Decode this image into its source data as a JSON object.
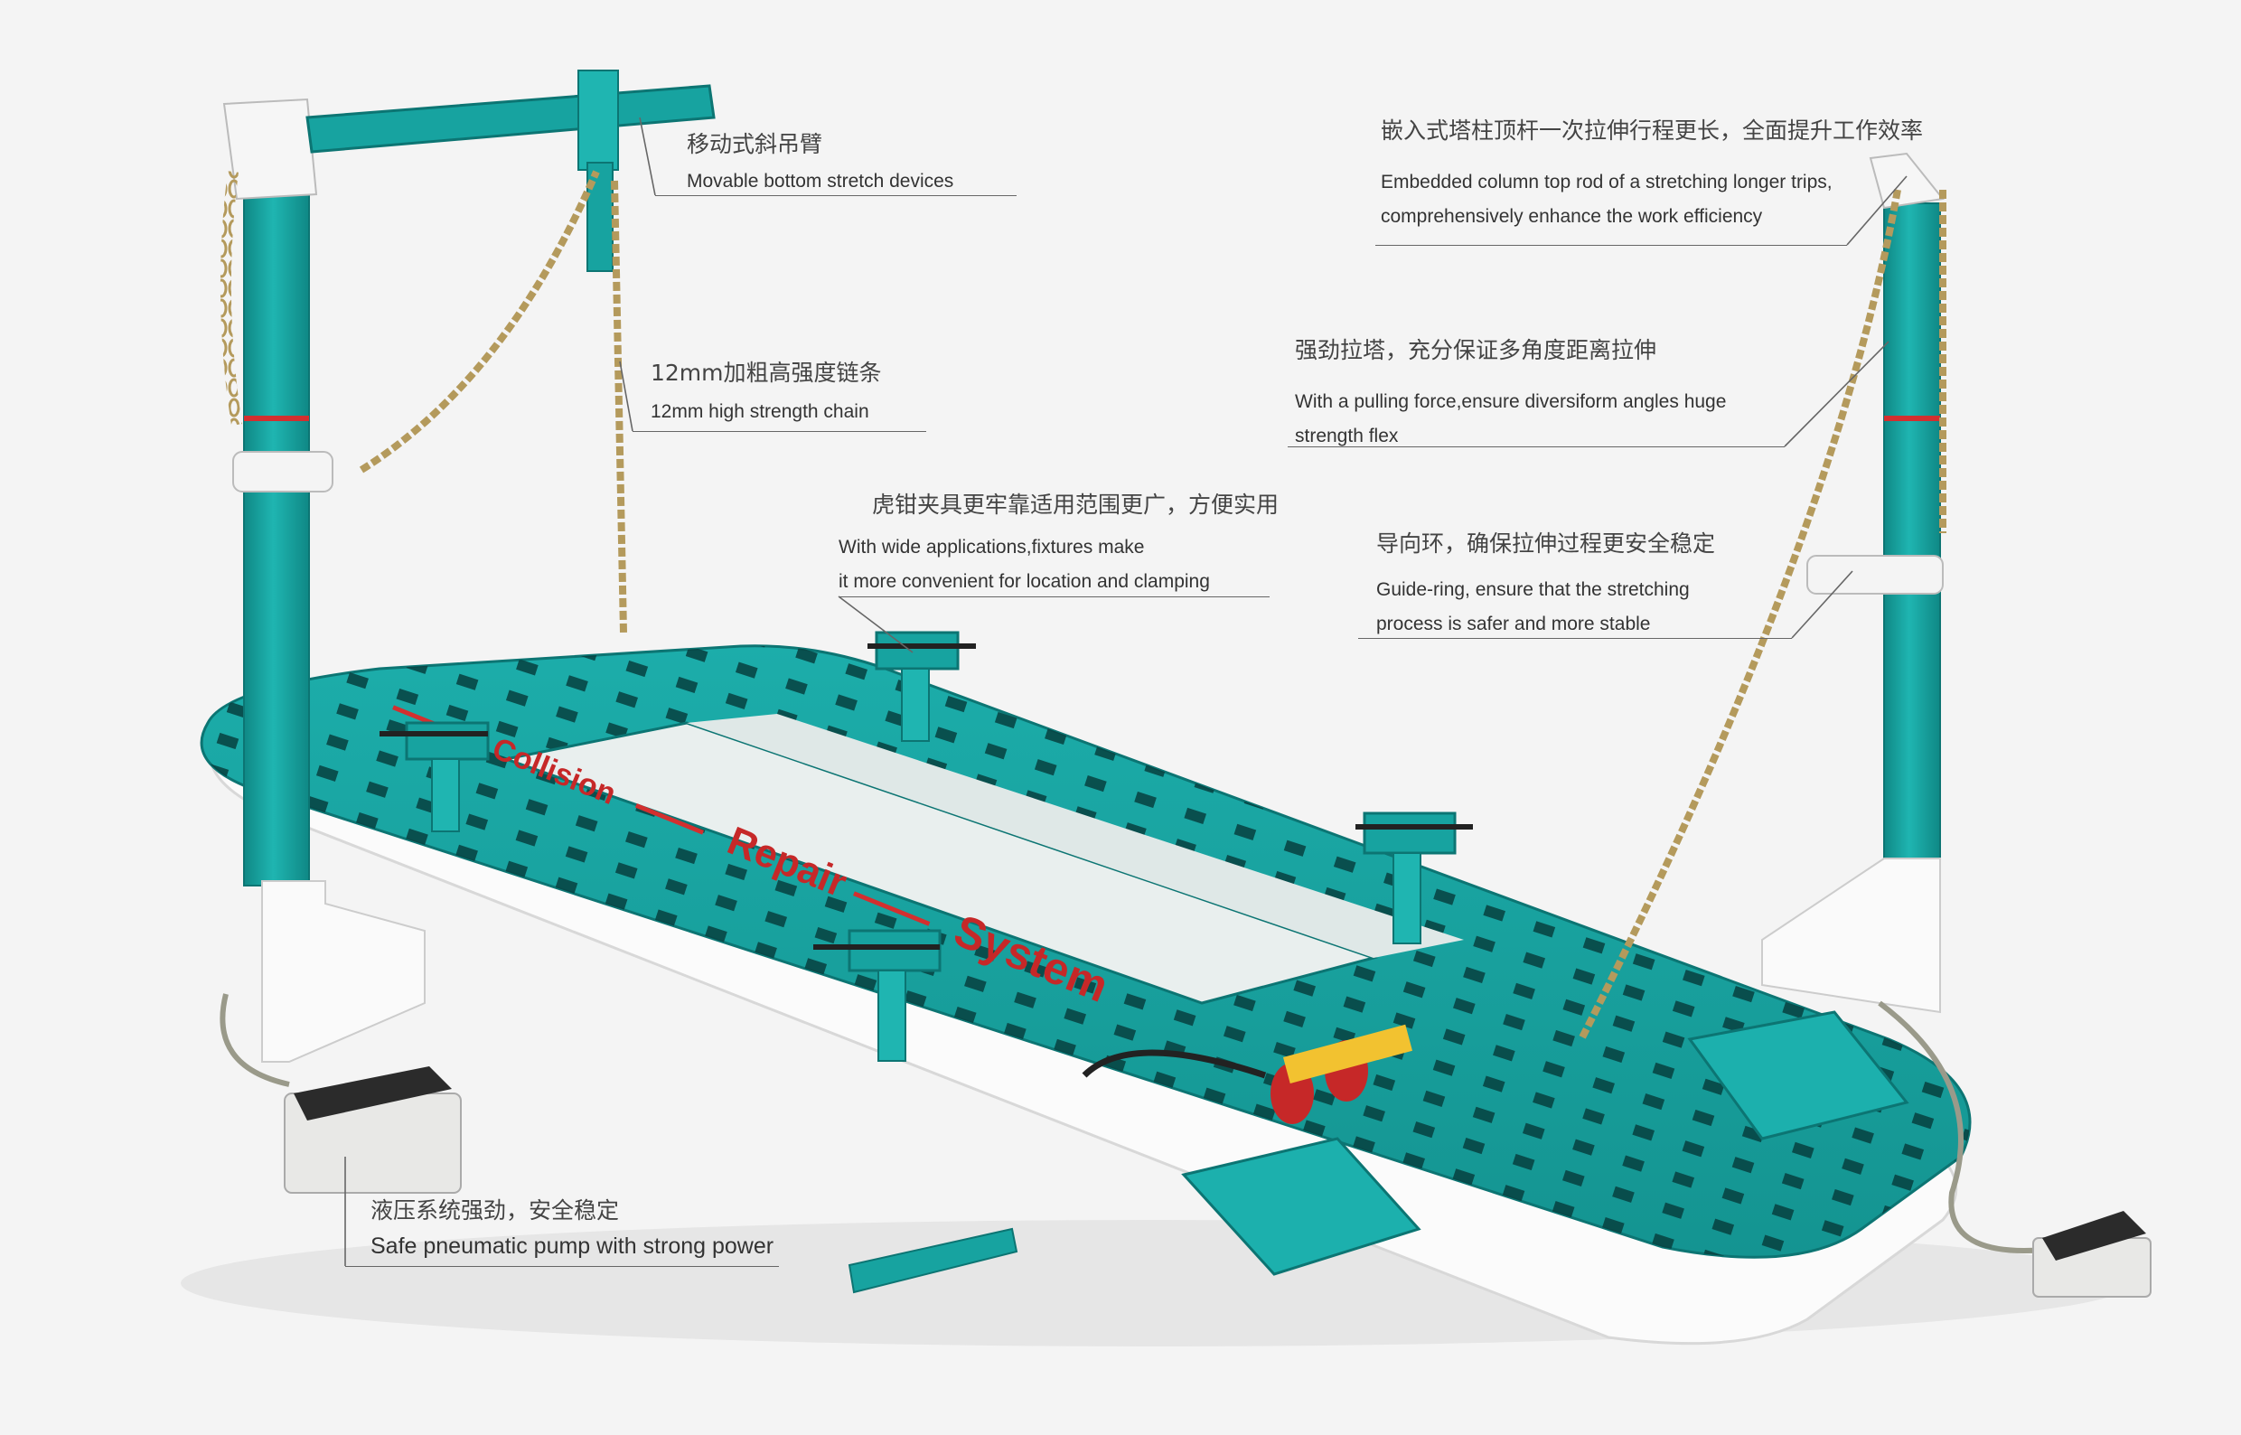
{
  "annotations": {
    "boom_arm": {
      "cn": "移动式斜吊臂",
      "en": "Movable bottom stretch devices"
    },
    "tower_top": {
      "cn": "嵌入式塔柱顶杆一次拉伸行程更长，全面提升工作效率",
      "en_line1": "Embedded column top rod of a stretching longer trips,",
      "en_line2": "comprehensively enhance the work efficiency"
    },
    "chain": {
      "cn": "12mm加粗高强度链条",
      "en": "12mm high strength chain"
    },
    "pull_tower": {
      "cn": "强劲拉塔，充分保证多角度距离拉伸",
      "en_line1": "With a pulling force,ensure diversiform angles huge",
      "en_line2": "strength flex"
    },
    "fixtures": {
      "cn": "虎钳夹具更牢靠适用范围更广，方便实用",
      "en_line1": "With wide applications,fixtures make",
      "en_line2": "it more convenient for location and clamping"
    },
    "guide_ring": {
      "cn": "导向环，确保拉伸过程更安全稳定",
      "en_line1": "Guide-ring, ensure that the stretching",
      "en_line2": "process is safer and more stable"
    },
    "pump": {
      "cn": "液压系统强劲，安全稳定",
      "en": "Safe pneumatic pump with strong power"
    }
  },
  "bench_side_text": {
    "word1": "Collision",
    "word2": "Repair",
    "word3": "System"
  },
  "colors": {
    "teal": "#17a3a0",
    "teal_dark": "#0e7f7c",
    "red_stripe": "#d32f2f",
    "white_base": "#fafafa",
    "leader": "#666666"
  }
}
